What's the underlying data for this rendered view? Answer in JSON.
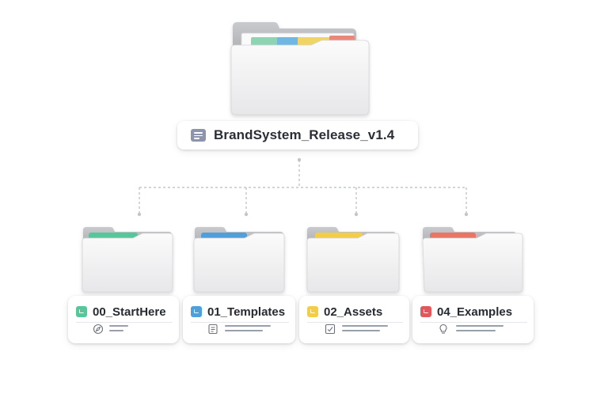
{
  "root": {
    "title": "BrandSystem_Release_v1.4",
    "icon": "document-icon",
    "tab_colors": [
      "#8fd4b2",
      "#6fb8e3",
      "#f0d565",
      "#e9877a"
    ]
  },
  "children": [
    {
      "label": "00_StartHere",
      "color": "#56c79a",
      "icon": "compass-icon"
    },
    {
      "label": "01_Templates",
      "color": "#4f9fdb",
      "icon": "document-icon"
    },
    {
      "label": "02_Assets",
      "color": "#f2cd45",
      "icon": "checkbox-icon"
    },
    {
      "label": "04_Examples",
      "color": "#e2575c",
      "icon": "lightbulb-icon"
    }
  ],
  "colors": {
    "connector": "#c2c5cc",
    "folder_body": "#f3f3f4",
    "folder_back": "#b7b8bc"
  }
}
